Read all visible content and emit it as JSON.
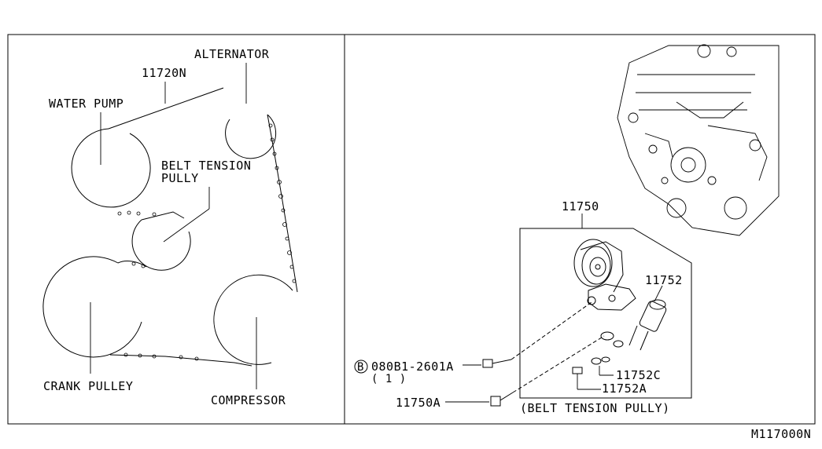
{
  "left_panel": {
    "alternator": "ALTERNATOR",
    "belt_part": "11720N",
    "water_pump": "WATER PUMP",
    "belt_tension_line1": "BELT TENSION",
    "belt_tension_line2": "PULLY",
    "crank_pulley": "CRANK PULLEY",
    "compressor": "COMPRESSOR"
  },
  "right_panel": {
    "assembly_part": "11750",
    "part_11752": "11752",
    "part_11752c": "11752C",
    "part_11752a": "11752A",
    "bolt_code": "B",
    "bolt_part": "080B1-2601A",
    "bolt_qty": "( 1 )",
    "part_11750a": "11750A",
    "caption": "(BELT TENSION PULLY)"
  },
  "figure_id": "M117000N"
}
